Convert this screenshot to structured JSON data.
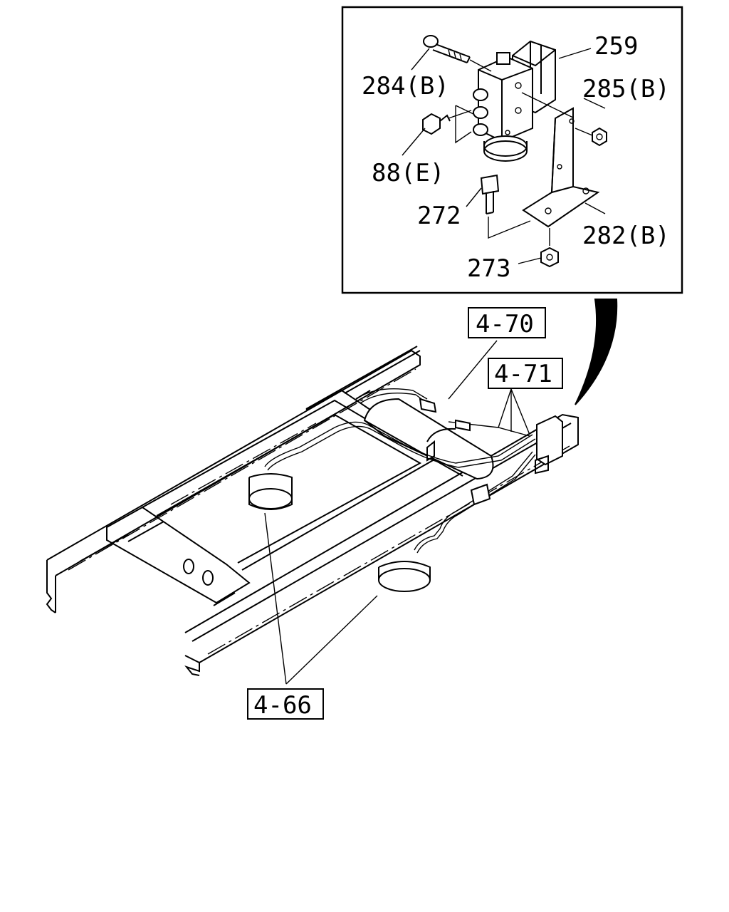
{
  "callouts": {
    "valve": "259",
    "bolt_top": "284(B)",
    "nut_right": "285(B)",
    "fitting": "88(E)",
    "bolt_lower": "272",
    "bracket": "282(B)",
    "nut_lower": "273"
  },
  "references": {
    "ref_a": "4-70",
    "ref_b": "4-71",
    "ref_c": "4-66"
  }
}
